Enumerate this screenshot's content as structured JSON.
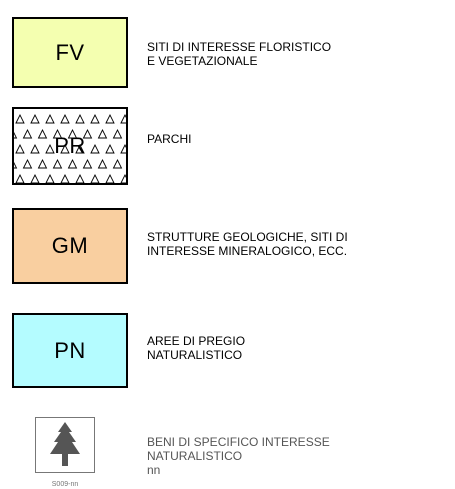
{
  "legend": {
    "items": [
      {
        "code": "FV",
        "color": "#f4ffb0",
        "pattern": "none",
        "lines": [
          "SITI DI INTERESSE FLORISTICO",
          "E VEGETAZIONALE"
        ]
      },
      {
        "code": "PR",
        "color": "#ffffff",
        "pattern": "triangles",
        "lines": [
          "PARCHI"
        ]
      },
      {
        "code": "GM",
        "color": "#f9cfa0",
        "pattern": "none",
        "lines": [
          "STRUTTURE GEOLOGICHE, SITI DI",
          "INTERESSE MINERALOGICO, ECC."
        ]
      },
      {
        "code": "PN",
        "color": "#b4fcff",
        "pattern": "none",
        "lines": [
          "AREE DI PREGIO",
          "NATURALISTICO"
        ]
      }
    ],
    "symbol_item": {
      "icon": "tree-icon",
      "code": "S009-nn",
      "lines": [
        "BENI DI SPECIFICO INTERESSE",
        "NATURALISTICO",
        "nn"
      ],
      "color": "#777777"
    }
  }
}
